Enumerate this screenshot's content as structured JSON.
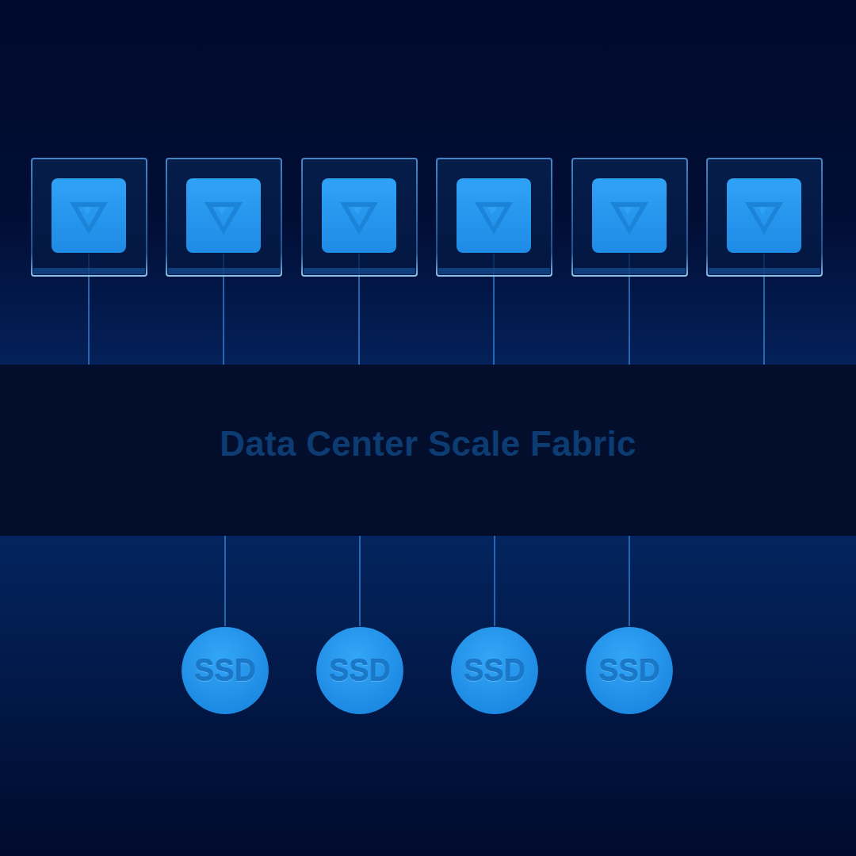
{
  "diagram": {
    "nodes": [
      {
        "text": [
          "Data Center Scale Fabric"
        ]
      },
      {
        "text": [
          "SSD"
        ]
      },
      {
        "text": [
          "SSD"
        ]
      },
      {
        "text": [
          "SSD"
        ]
      },
      {
        "text": [
          "SSD"
        ]
      }
    ],
    "edges": [
      {
        "from": 0,
        "to": 1,
        "arrow": "none"
      },
      {
        "from": 0,
        "to": 2,
        "arrow": "none"
      },
      {
        "from": 0,
        "to": 3,
        "arrow": "none"
      },
      {
        "from": 0,
        "to": 4,
        "arrow": "none"
      }
    ]
  }
}
